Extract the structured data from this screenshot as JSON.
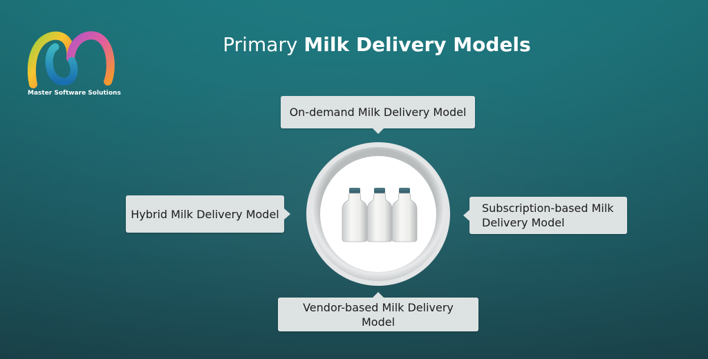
{
  "logo": {
    "brand_name": "Master Software Solutions"
  },
  "title": {
    "prefix": "Primary ",
    "emphasis": "Milk Delivery Models"
  },
  "hub": {
    "icon": "milk-bottles-icon"
  },
  "models": {
    "top": "On-demand Milk Delivery Model",
    "left": "Hybrid Milk Delivery Model",
    "right_line1": "Subscription-based Milk",
    "right_line2": "Delivery Model",
    "bottom_line1": "Vendor-based Milk Delivery",
    "bottom_line2": "Model"
  },
  "colors": {
    "background_top": "#1f7f86",
    "background_bottom": "#1c474f",
    "label_fill": "#dde2e3",
    "text_dark": "#1b1b1b"
  }
}
